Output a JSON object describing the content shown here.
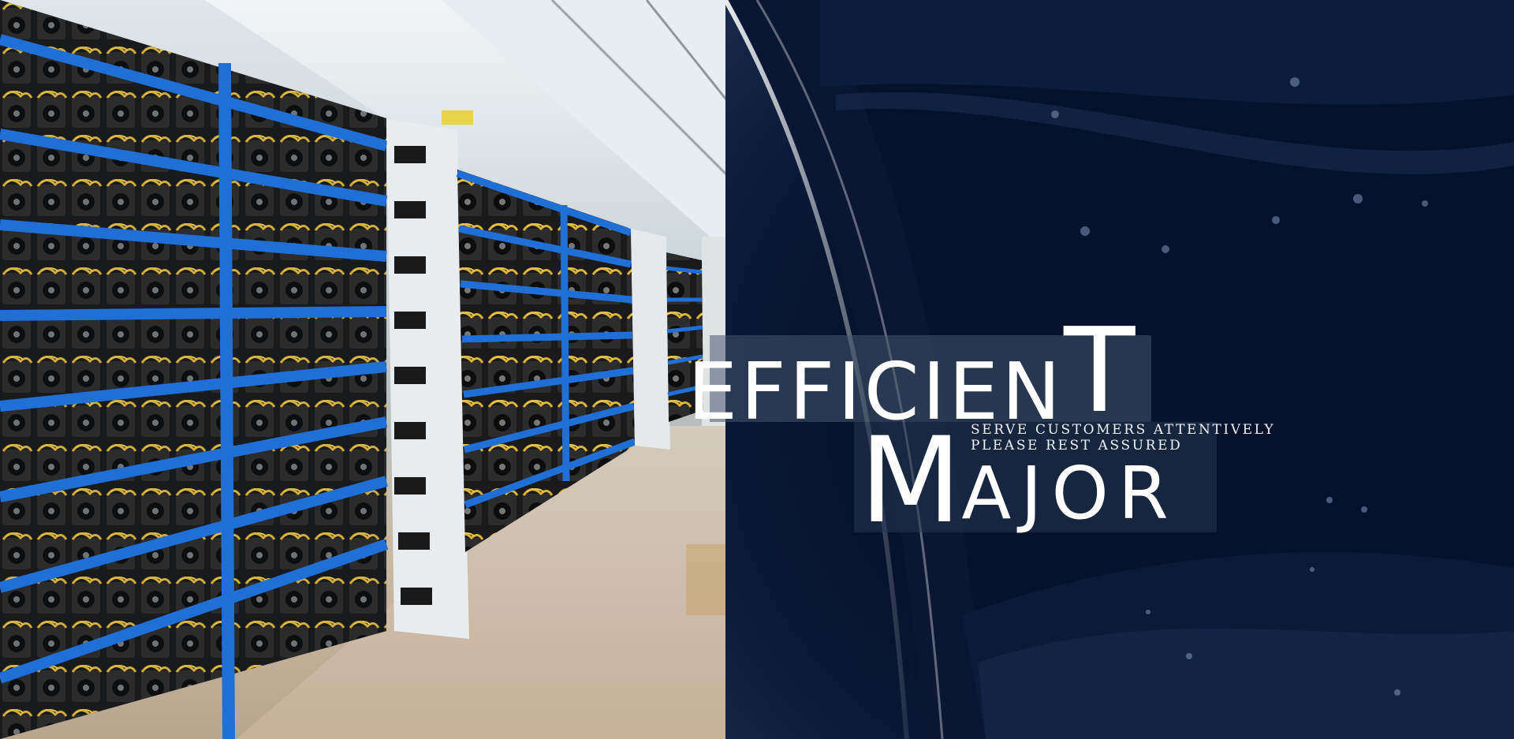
{
  "headline": {
    "word1_first": "E",
    "word1_rest": "FFICIEN",
    "word1_last": "T",
    "word2_first": "M",
    "word2_rest": "AJOR"
  },
  "tagline": {
    "line1": "SERVE CUSTOMERS ATTENTIVELY",
    "line2": "PLEASE REST ASSURED"
  },
  "colors": {
    "shelf_blue": "#1f6fd6",
    "banner_navy": "#06112b",
    "text_white": "#ffffff"
  }
}
